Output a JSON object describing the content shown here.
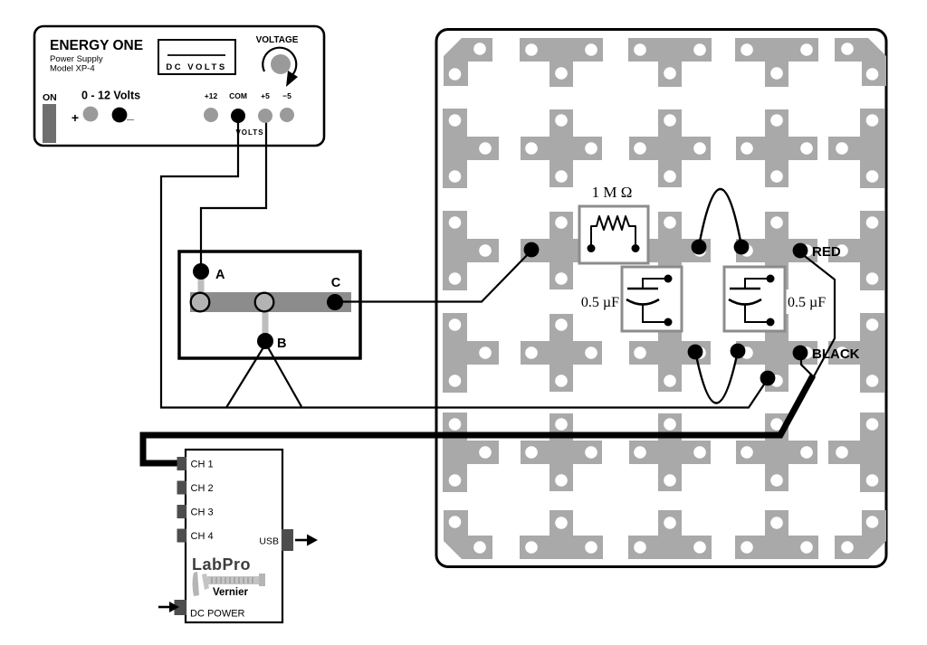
{
  "power_supply": {
    "brand": "ENERGY ONE",
    "line1": "Power Supply",
    "line2": "Model XP-4",
    "display": "DC VOLTS",
    "knob_label": "VOLTAGE",
    "power_switch": "ON",
    "variable_output": "0 - 12 Volts",
    "plus": "+",
    "minus": "_",
    "terminals": [
      "+12",
      "COM",
      "+5",
      "−5"
    ],
    "terminals_unit": "VOLTS"
  },
  "switch_box": {
    "a": "A",
    "b": "B",
    "c": "C"
  },
  "breadboard": {
    "resistor": "1 M Ω",
    "cap_left": "0.5 µF",
    "cap_right": "0.5 µF",
    "probe_red": "RED",
    "probe_black": "BLACK"
  },
  "labpro": {
    "channels": [
      "CH 1",
      "CH 2",
      "CH 3",
      "CH 4"
    ],
    "usb": "USB",
    "brand": "LabPro",
    "maker": "Vernier",
    "dc_power": "DC POWER"
  },
  "colors": {
    "pad": "#a9a9a9",
    "hole": "#ffffff",
    "switch_bar": "#8c8c8c",
    "contact_fill": "#b3b3b3",
    "stub": "#bdbdbd",
    "terminal_gray": "#9a9a9a",
    "port_dark": "#4d4d4d",
    "component_box_stroke": "#8c8c8c",
    "wire": "#000000"
  }
}
